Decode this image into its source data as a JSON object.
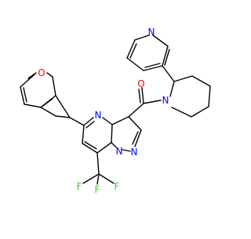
{
  "colors": {
    "carbon_bond": "#000000",
    "nitrogen": "#0000ff",
    "oxygen": "#ff0000",
    "fluorine": "#33cc33",
    "background": "#ffffff"
  },
  "atoms": {
    "o_methoxy": "O",
    "o_carbonyl": "O",
    "n_pyridine": "N",
    "n_piperidine": "N",
    "n_pyrimidine": "N",
    "n_bridge": "N",
    "n_pyrazole": "N",
    "f_top": "F",
    "f_left": "F",
    "f_right": "F"
  }
}
